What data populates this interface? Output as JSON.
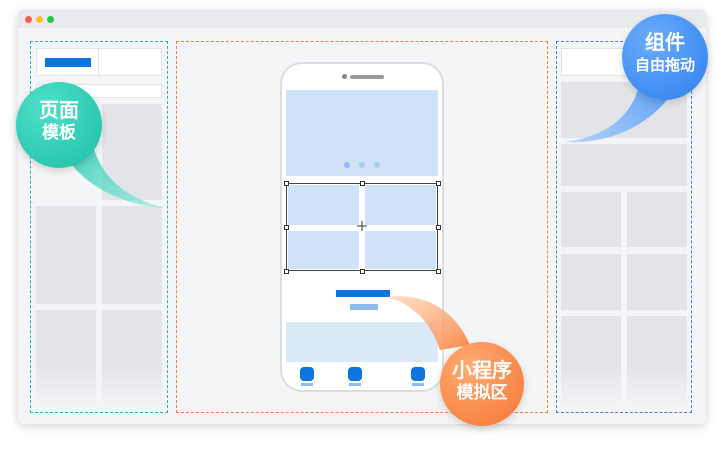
{
  "window": {
    "controls": [
      "close",
      "minimize",
      "maximize"
    ]
  },
  "zones": {
    "template": {
      "label_line1": "页面",
      "label_line2": "模板",
      "color": "#27b4b3"
    },
    "simulator": {
      "label_line1": "小程序",
      "label_line2": "模拟区",
      "color": "#f47f3c"
    },
    "components": {
      "label_line1": "组件",
      "label_line2": "自由拖动",
      "color": "#4a7de0"
    }
  },
  "colors": {
    "accent_blue": "#0b76e2",
    "light_blue": "#cfe2f8",
    "teal_bubble": "#2cc9b2",
    "orange_bubble": "#f98a4b",
    "blue_bubble": "#3d8ff5"
  },
  "phone": {
    "carousel_dots": 3,
    "grid_cells": 4,
    "tab_icons": 3,
    "move_cursor_icon": "crosshair-icon"
  }
}
